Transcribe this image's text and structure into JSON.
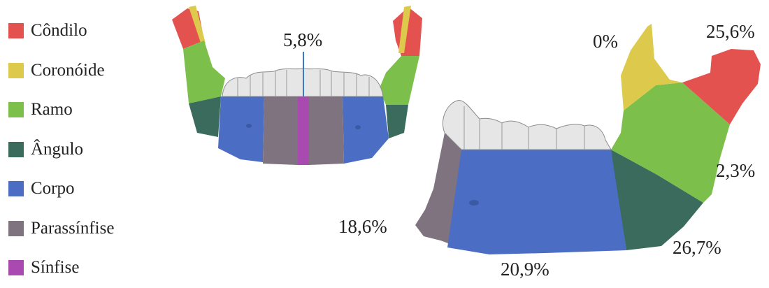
{
  "legend": [
    {
      "label": "Côndilo",
      "color": "#e3524f"
    },
    {
      "label": "Coronóide",
      "color": "#ddc94b"
    },
    {
      "label": "Ramo",
      "color": "#7cc04b"
    },
    {
      "label": "Ângulo",
      "color": "#3a6b5c"
    },
    {
      "label": "Corpo",
      "color": "#4b6ec4"
    },
    {
      "label": "Parassínfise",
      "color": "#7f7380"
    },
    {
      "label": "Sínfise",
      "color": "#a94ab0"
    }
  ],
  "labels": {
    "symphysis": "5,8%",
    "coronoid": "0%",
    "condyle": "25,6%",
    "ramus": "2,3%",
    "parasymphysis": "18,6%",
    "angle": "26,7%",
    "body": "20,9%"
  }
}
